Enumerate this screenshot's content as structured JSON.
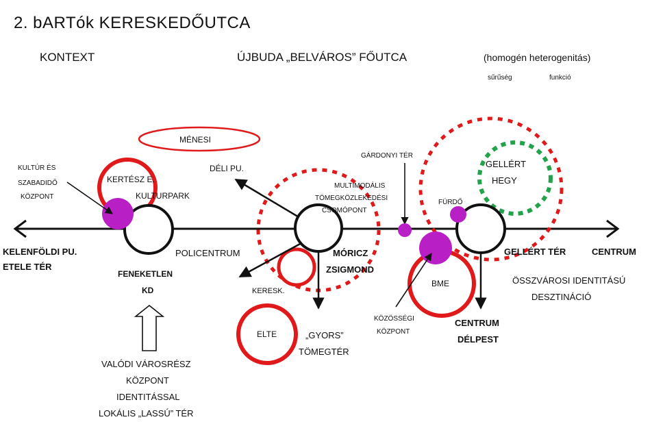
{
  "title": "2.  bARTók    KERESKEDŐUTCA",
  "header": {
    "context": "KONTEXT",
    "main": "ÚJBUDA „BELVÁROS” FŐUTCA",
    "right": "(homogén heterogenitás)",
    "density": "sűrűség",
    "function": "funkció"
  },
  "labels": {
    "menesi": "MÉNESI",
    "kultur_1": "KULTÚR ÉS",
    "kultur_2": "SZABADIDŐ",
    "kultur_3": "KÖZPONT",
    "kertesz": "KERTÉSZ E.",
    "kulturpark": "KULTURPARK",
    "deli": "DÉLI PU.",
    "gardonyi": "GÁRDONYI TÉR",
    "multi_1": "MULTIMODÁLIS",
    "multi_2": "TÖMEGKÖZLEKEDÉSI",
    "multi_3": "CSOMÓPONT",
    "gellert_hegy_1": "GELLÉRT",
    "gellert_hegy_2": "HEGY",
    "furdo": "FÜRDŐ",
    "kelenfoldi": "KELENFÖLDI PU.",
    "etele": "ETELE TÉR",
    "policentrum": "POLICENTRUM",
    "moricz_1": "MÓRICZ",
    "moricz_2": "ZSIGMOND",
    "gellert_ter": "GELLÉRT TÉR",
    "centrum_right": "CENTRUM",
    "feneketlen": "FENEKETLEN",
    "kd": "KD",
    "keresk": "KERESK.",
    "bme": "BME",
    "osszvarosi_1": "ÖSSZVÁROSI IDENTITÁSÚ",
    "osszvarosi_2": "DESZTINÁCIÓ",
    "kozossegi_1": "KÖZÖSSÉGI",
    "kozossegi_2": "KÖZPONT",
    "centrum_delpest_1": "CENTRUM",
    "centrum_delpest_2": "DÉLPEST",
    "elte": "ELTE",
    "gyors_1": "„GYORS”",
    "gyors_2": "TÖMEGTÉR",
    "valodi_1": "VALÓDI VÁROSRÉSZ",
    "valodi_2": "KÖZPONT",
    "valodi_3": "IDENTITÁSSAL",
    "valodi_4": "LOKÁLIS „LASSÚ” TÉR"
  },
  "colors": {
    "red": "#e0191b",
    "purple": "#b81fc4",
    "green": "#22a24a",
    "black": "#111111"
  }
}
